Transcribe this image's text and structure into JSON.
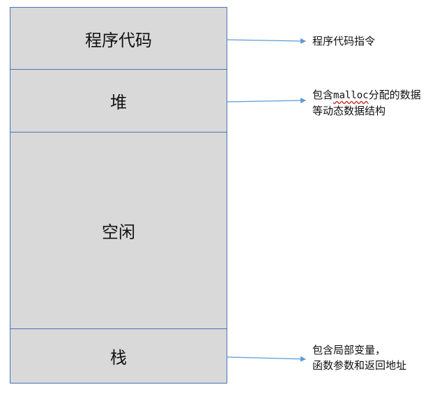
{
  "segments": {
    "code": "程序代码",
    "heap": "堆",
    "free": "空闲",
    "stack": "栈"
  },
  "notes": {
    "code": "程序代码指令",
    "heap_prefix": "包含",
    "heap_keyword": "malloc",
    "heap_suffix": "分配的数据",
    "heap_line2": "等动态数据结构",
    "stack_line1": "包含局部变量，",
    "stack_line2": "函数参数和返回地址"
  },
  "colors": {
    "border": "#4a74b5",
    "fill": "#d9d9d9",
    "arrow": "#5b9bd5"
  }
}
